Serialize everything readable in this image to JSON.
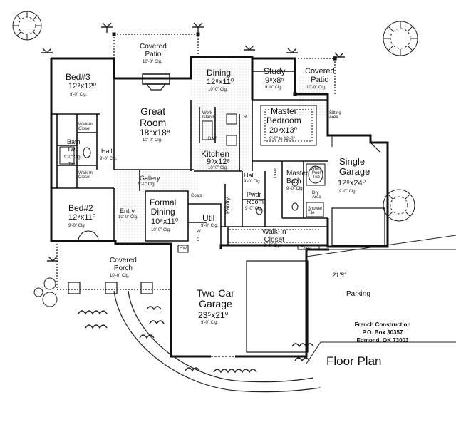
{
  "title": "Floor Plan",
  "rooms": {
    "covered_patio_top": {
      "name": "Covered\nPatio",
      "ceiling": "10'-0\" Clg."
    },
    "bed3": {
      "name": "Bed#3",
      "size": "12⁸x12⁰",
      "ceiling": "9'-0\" Clg."
    },
    "great_room": {
      "name": "Great\nRoom",
      "size": "18⁸x18⁸",
      "ceiling": "10'-0\" Clg."
    },
    "dining": {
      "name": "Dining",
      "size": "12⁸x11⁰",
      "ceiling": "10'-0\" Clg."
    },
    "study": {
      "name": "Study",
      "size": "9⁸x8⁵",
      "ceiling": "9'-0\" Clg."
    },
    "covered_patio_right": {
      "name": "Covered\nPatio",
      "ceiling": "10'-0\" Clg."
    },
    "master_bedroom": {
      "name": "Master\nBedroom",
      "size": "20⁸x13⁰",
      "ceiling": "9'-0\" to 12'-0\""
    },
    "sitting_area": {
      "name": "Sitting\nArea"
    },
    "kitchen": {
      "name": "Kitchen",
      "size": "9⁵x12⁸",
      "ceiling": "10'-0\" Clg."
    },
    "hall_left": {
      "name": "Hall",
      "ceiling": "9'-0\" Clg."
    },
    "bath_two": {
      "name": "Bath\nTwo",
      "ceiling": "9'-0\" Clg."
    },
    "bed2": {
      "name": "Bed#2",
      "size": "12⁸x11⁰",
      "ceiling": "9'-0\" Clg."
    },
    "gallery": {
      "name": "Gallery",
      "ceiling": "9'-0\" Clg."
    },
    "formal_dining": {
      "name": "Formal\nDining",
      "size": "10⁸x11⁰",
      "ceiling": "10'-0\" Clg."
    },
    "entry": {
      "name": "Entry",
      "ceiling": "10'-0\" Clg."
    },
    "util": {
      "name": "Util",
      "ceiling": "9'-0\" Clg."
    },
    "pantry": {
      "name": "Pantry"
    },
    "hall_mid": {
      "name": "Hall",
      "ceiling": "9'-0\" Clg."
    },
    "pwdr_room": {
      "name": "Pwdr\nRoom",
      "ceiling": "9'-0\" Clg."
    },
    "master_bath": {
      "name": "Master\nBath",
      "ceiling": "9'-0\" Clg."
    },
    "walk_in_closet": {
      "name": "Walk-In\nCloset",
      "ceiling": "9'-0\" Clg."
    },
    "single_garage": {
      "name": "Single\nGarage",
      "size": "12⁸x24⁰",
      "ceiling": "9'-0\" Clg."
    },
    "covered_porch": {
      "name": "Covered\nPorch",
      "ceiling": "10'-0\" Clg."
    },
    "two_car_garage": {
      "name": "Two-Car\nGarage",
      "size": "23⁵x21⁰",
      "ceiling": "9'-0\" Clg."
    },
    "parking": {
      "name": "Parking"
    }
  },
  "small_labels": {
    "walk_in_closet_a": "Walk-in\nCloset",
    "walk_in_closet_b": "Walk-in\nCloset",
    "work_island": "Work\nIsland",
    "dw": "D.W.",
    "linen": "Linen",
    "whirlpool": "Whirl-\nPool\nTub",
    "dry_area": "Dry\nArea",
    "shower": "Shower\nTile",
    "coats": "Coats",
    "chest": "Chest",
    "hw": "HW",
    "r": "R",
    "w": "W",
    "d": "D",
    "tile": "Tile"
  },
  "annotation": "21'8\"",
  "address": {
    "line1": "French Construction",
    "line2": "P.O. Box 30357",
    "line3": "Edmond, OK 73003"
  }
}
